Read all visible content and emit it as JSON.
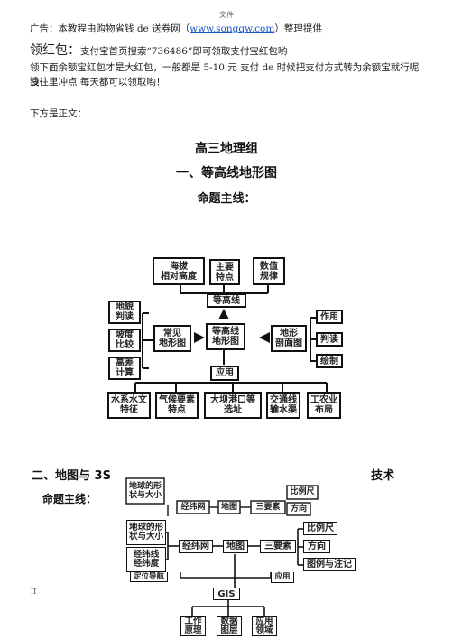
{
  "header": {
    "text": "文件"
  },
  "ad": {
    "line1_pre": "广告：本教程由购物省钱 de 送券网（",
    "line1_link": "www.songqw.com",
    "line1_post": "）整理提供",
    "line2_big": "领红包：",
    "line2_rest": "支付宝首页搜索“736486”即可领取支付宝红包哟",
    "line3": "领下面余额宝红包才是大红包，一般都是 5-10 元 支付 de 时候把支付方式转为余额宝就行呢 没",
    "line4": "钱往里冲点 每天都可以领取哟！"
  },
  "intro": "下方是正文：",
  "title": "高三地理组",
  "section1": {
    "heading": "一、等高线地形图",
    "sub": "命题主线："
  },
  "diagram1": {
    "haiba": "海拔\n相对高度",
    "zhuyao": "主要\n特点",
    "shuzhi": "数值\n规律",
    "dengaoxian": "等高线",
    "dimao": "地貌\n判读",
    "podu": "坡度\n比较",
    "gaocha": "高差\n计算",
    "changjian": "常见\n地形图",
    "center": "等高线\n地形图",
    "poumian": "地形\n剖面图",
    "zuoyong": "作用",
    "pandu": "判读",
    "huizhi": "绘制",
    "yingyong": "应用",
    "b1": "水系水文\n特征",
    "b2": "气候要素\n特点",
    "b3": "大坝港口等\n选址",
    "b4": "交通线\n输水渠",
    "b5": "工农业\n布局"
  },
  "section2": {
    "heading": "二、地图与 3S",
    "heading_right": "技术",
    "sub": "命题主线："
  },
  "diagram2": {
    "shape": "地球的形\n状与大小",
    "jingwei_lines": "经纬线\n经纬度",
    "jingweiwang": "经纬网",
    "ditu": "地图",
    "sanyaosu": "三要素",
    "bili": "比例尺",
    "fangxiang": "方向",
    "tuli": "图例与注记",
    "dingwei": "定位导航",
    "yingyong": "应用",
    "gis": "GIS",
    "g1": "工作\n原理",
    "g2": "数据\n图层",
    "g3": "应用\n领域"
  },
  "margin_mark": "II"
}
